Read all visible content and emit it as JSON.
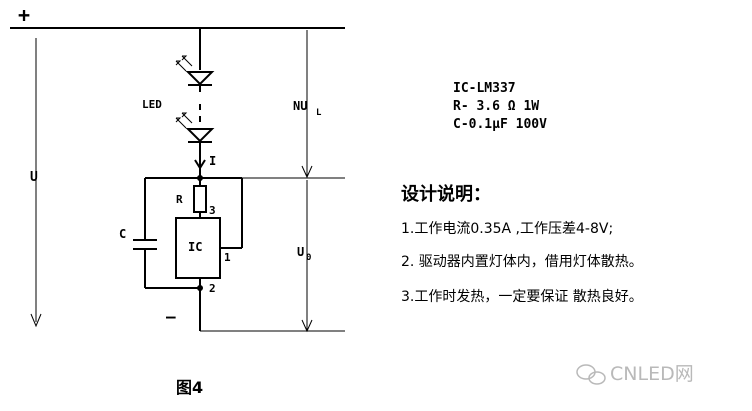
{
  "labels": {
    "plus": "+",
    "minus": "—",
    "u": "U",
    "led": "LED",
    "nu": "NU",
    "nu_sub": "L",
    "current": "I",
    "r": "R",
    "c": "C",
    "ic": "IC",
    "pin3": "3",
    "pin1": "1",
    "pin2": "2",
    "u0": "U",
    "u0_sub": "0"
  },
  "specs": {
    "line1": "IC-LM337",
    "line2": "R- 3.6 Ω 1W",
    "line3": "C-0.1μF 100V"
  },
  "notes": {
    "title": "设计说明：",
    "line1": "1.工作电流0.35A ,工作压差4-8V;",
    "line2": "2. 驱动器内置灯体内，借用灯体散热。",
    "line3": "3.工作时发热，一定要保证 散热良好。"
  },
  "caption": "图4",
  "watermark": "CNLED网"
}
